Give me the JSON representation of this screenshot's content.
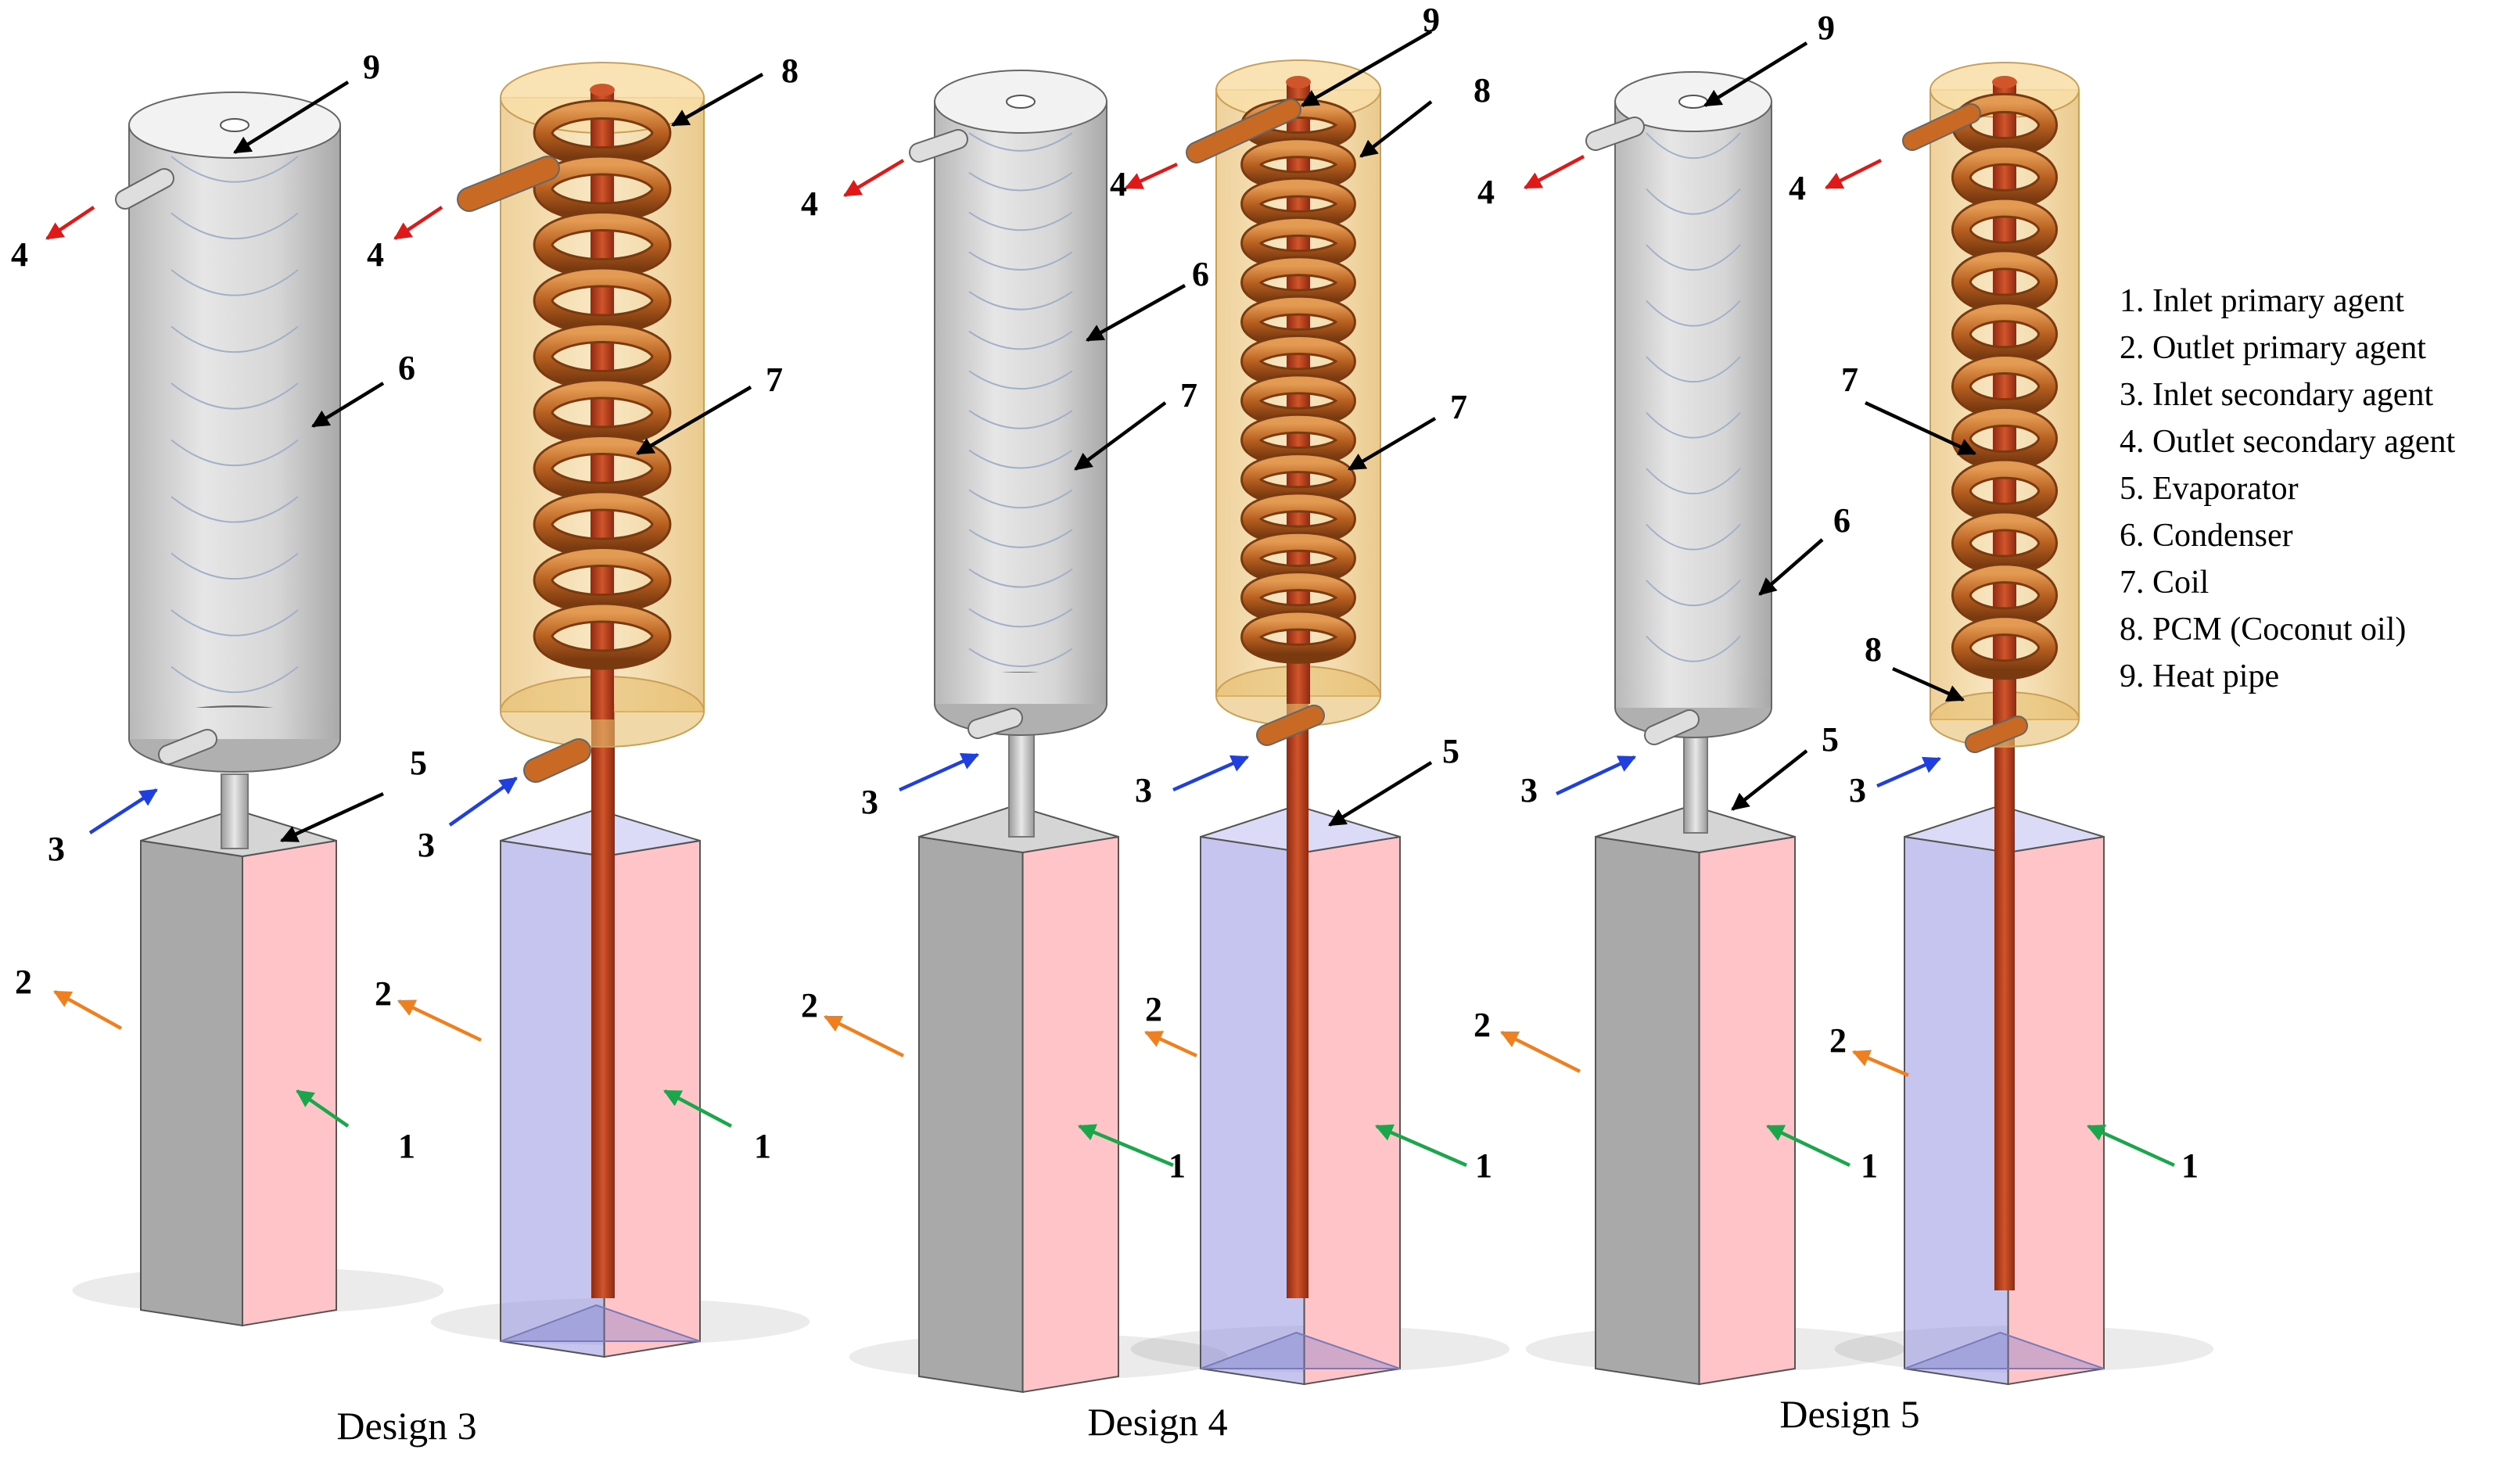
{
  "captions": [
    "Design 3",
    "Design 4",
    "Design 5"
  ],
  "legend": [
    "1. Inlet primary agent",
    "2. Outlet primary agent",
    "3. Inlet secondary agent",
    "4. Outlet secondary agent",
    "5. Evaporator",
    "6. Condenser",
    "7. Coil",
    "8. PCM (Coconut oil)",
    "9. Heat pipe"
  ],
  "labels": {
    "n1": "1",
    "n2": "2",
    "n3": "3",
    "n4": "4",
    "n5": "5",
    "n6": "6",
    "n7": "7",
    "n8": "8",
    "n9": "9"
  },
  "colors": {
    "primary_inlet_arrow": "#1aa64a",
    "primary_outlet_arrow": "#f07f1f",
    "secondary_inlet_arrow": "#1f3fe0",
    "secondary_outlet_arrow": "#e01818",
    "label_arrow": "#000000",
    "condenser_grey": "#c9c9c9",
    "evaporator_pink": "#ffc4c8",
    "transparent_blue": "#b8b8ec",
    "pcm_amber": "#f0c978",
    "copper": "#c86a24",
    "heat_pipe": "#b4401c"
  }
}
